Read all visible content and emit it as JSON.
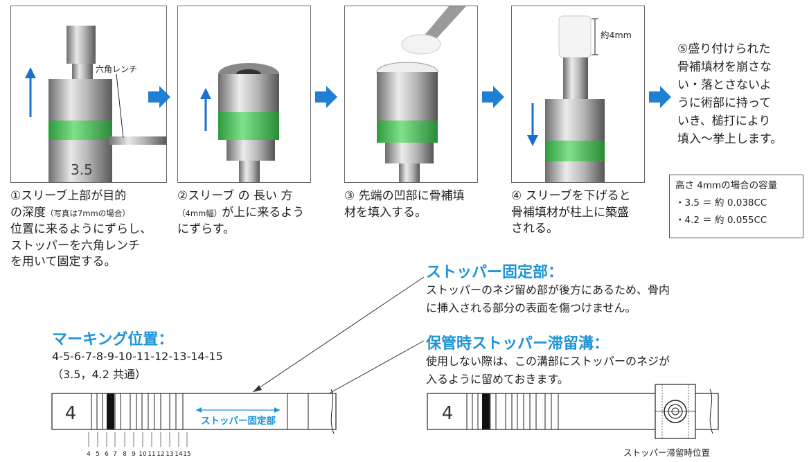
{
  "steps": [
    {
      "line1": "①スリーブ上部が目的",
      "line2a": "の深度",
      "line2b": "（写真は7mmの場合）",
      "line3": "位置に来るようにずらし、",
      "line4": "ストッパーを六角レンチ",
      "line5": "を用いて固定する。",
      "label": "六角レンチ",
      "size": "3.5"
    },
    {
      "line1": "②スリーブ の 長い 方",
      "line2a": "（4mm幅）",
      "line2b": "が上に来るよう",
      "line3": "にずらす。"
    },
    {
      "line1": "③ 先端の凹部に骨補填",
      "line2": "材を填入する。"
    },
    {
      "line1": "④ スリーブを下げると",
      "line2": "骨補填材が柱上に築盛",
      "line3": "される。",
      "label": "約4mm"
    },
    {
      "line1": "⑤盛り付けられた",
      "line2": "骨補填材を崩さな",
      "line3": "い・落とさないよ",
      "line4": "うに術部に持って",
      "line5": "いき、槌打により",
      "line6": "填入〜挙上します。"
    }
  ],
  "capacity": {
    "title": "高さ 4mmの場合の容量",
    "row1": "・3.5 ＝ 約 0.038CC",
    "row2": "・4.2 ＝ 約 0.055CC"
  },
  "marking": {
    "title": "マーキング位置：",
    "line1": "4-5-6-7-8-9-10-11-12-13-14-15",
    "line2": "（3.5，4.2 共通）"
  },
  "stopper_fix": {
    "title": "ストッパー固定部：",
    "line1": "ストッパーのネジ留め部が後方にあるため、骨内",
    "line2": "に挿入される部分の表面を傷つけません。"
  },
  "storage": {
    "title": "保管時ストッパー滞留溝：",
    "line1": "使用しない際は、この溝部にストッパーのネジが",
    "line2": "入るように留めておきます。"
  },
  "diagram_left": {
    "size_mark": "4",
    "inner_label": "ストッパー固定部",
    "ticks": [
      "4",
      "5",
      "6",
      "7",
      "8",
      "9",
      "10",
      "11",
      "12",
      "13",
      "14",
      "15"
    ]
  },
  "diagram_right": {
    "size_mark": "4",
    "caption": "ストッパー滞留時位置"
  },
  "colors": {
    "accent": "#1f93d6",
    "green": "#4cc25a"
  }
}
